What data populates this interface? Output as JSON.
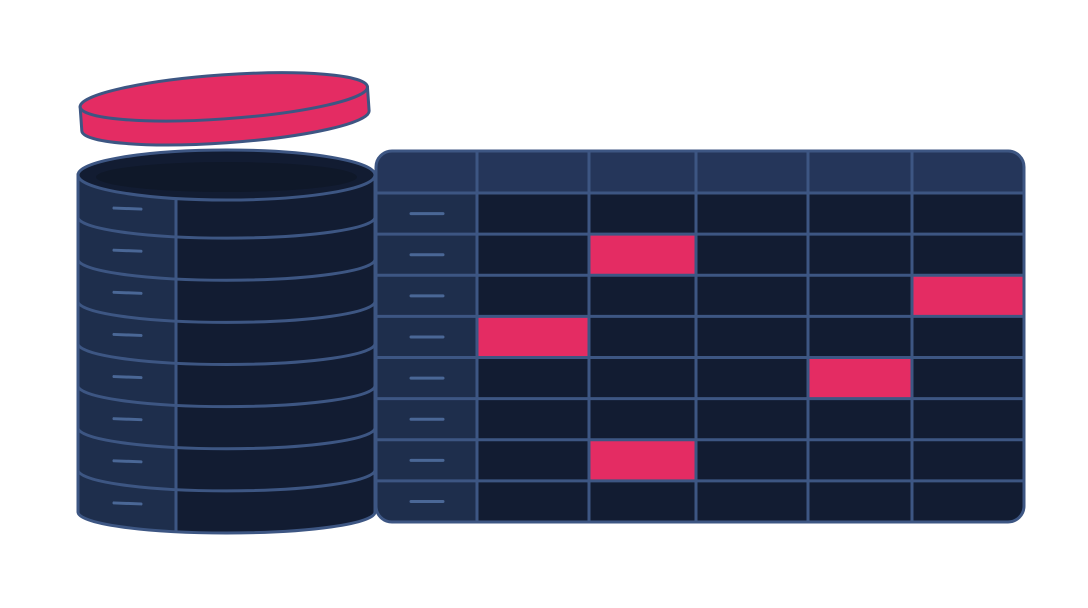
{
  "colors": {
    "background": "#ffffff",
    "navy_dark": "#121c32",
    "navy_mid": "#1e2e4c",
    "navy_header": "#25365a",
    "outline": "#3d5683",
    "dash": "#4a6796",
    "accent": "#e42c63"
  },
  "illustration": {
    "database": {
      "lid_icon": "database-lid",
      "segments": 8
    },
    "table": {
      "columns": 5,
      "rows": 8,
      "highlighted_cells": [
        {
          "row": 1,
          "col": 1
        },
        {
          "row": 2,
          "col": 4
        },
        {
          "row": 3,
          "col": 0
        },
        {
          "row": 4,
          "col": 3
        },
        {
          "row": 6,
          "col": 1
        }
      ]
    }
  }
}
